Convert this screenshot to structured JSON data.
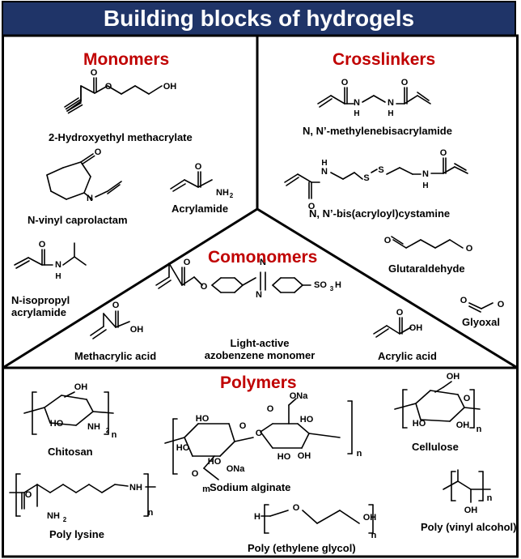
{
  "title": "Building blocks of hydrogels",
  "sections": {
    "monomers": {
      "heading": "Monomers",
      "items": [
        "2-Hydroxyethyl methacrylate",
        "N-vinyl caprolactam",
        "Acrylamide",
        "N-isopropyl\nacrylamide"
      ]
    },
    "crosslinkers": {
      "heading": "Crosslinkers",
      "items": [
        "N, N’-methylenebisacrylamide",
        "N, N’-bis(acryloyl)cystamine",
        "Glutaraldehyde",
        "Glyoxal"
      ]
    },
    "comonomers": {
      "heading": "Comonomers",
      "items": [
        "Methacrylic acid",
        "Light-active\nazobenzene monomer",
        "Acrylic acid"
      ]
    },
    "polymers": {
      "heading": "Polymers",
      "items": [
        "Chitosan",
        "Sodium alginate",
        "Cellulose",
        "Poly lysine",
        "Poly (ethylene glycol)",
        "Poly (vinyl alcohol)"
      ]
    }
  },
  "atom_labels": {
    "O": "O",
    "OH": "OH",
    "N": "N",
    "H": "H",
    "NH2": "NH",
    "sub2": "2",
    "S": "S",
    "NH": "NH",
    "SO3H": "SO",
    "sub3": "3",
    "ONa": "ONa",
    "HO": "HO",
    "n": "n",
    "m": "m"
  },
  "colors": {
    "banner": "#1f3468",
    "heading": "#c00000",
    "border": "#000000"
  }
}
